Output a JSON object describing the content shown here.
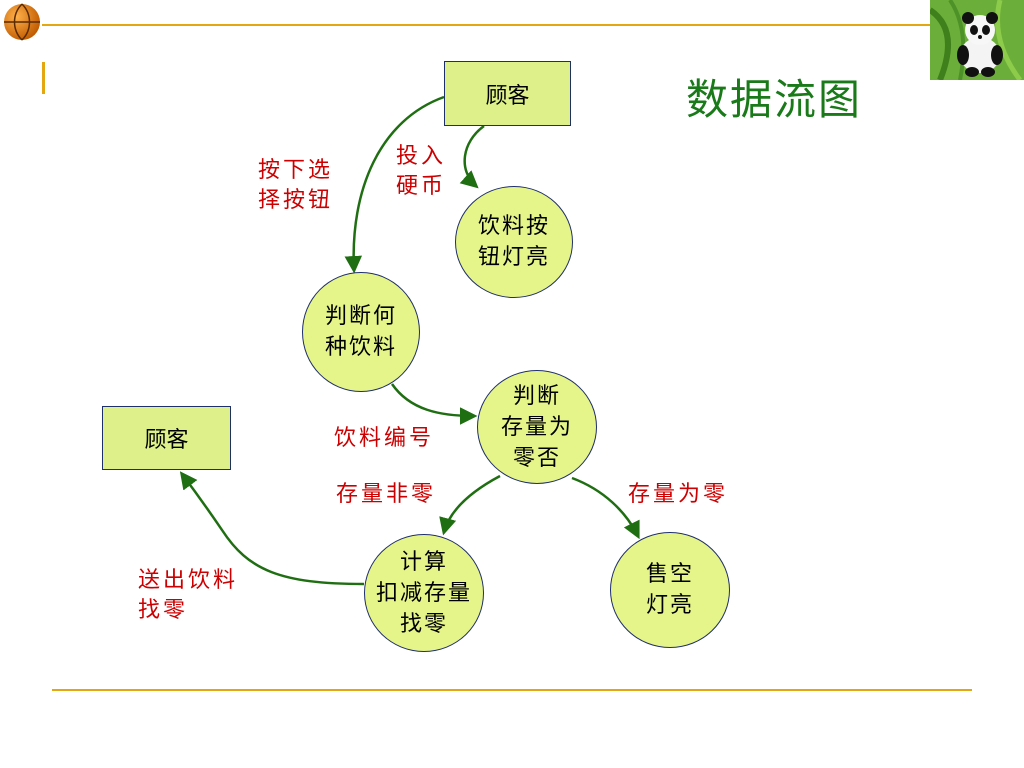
{
  "slide_title": "数据流图",
  "colors": {
    "node_fill": "#e6f589",
    "rect_fill": "#ddf08a",
    "node_border": "#1f2f6b",
    "arrow": "#1f6e12",
    "label": "#cc0000",
    "title": "#1a7a1a",
    "rule": "#e5a70f"
  },
  "nodes": {
    "customer_top": "顾客",
    "customer_left": "顾客",
    "drink_button_lit": "饮料按\n钮灯亮",
    "decide_drink": "判断何\n种饮料",
    "check_stock": "判断\n存量为\n零否",
    "calculate_change": "计算\n扣减存量\n找零",
    "sold_out_light": "售空\n灯亮"
  },
  "flow_labels": {
    "insert_coin": "投入\n硬币",
    "press_select_button": "按下选\n择按钮",
    "drink_number": "饮料编号",
    "stock_nonzero": "存量非零",
    "stock_zero": "存量为零",
    "deliver_drink_change": "送出饮料\n找零"
  },
  "icons": {
    "top_left": "basketball-icon",
    "top_right": "panda-icon"
  }
}
